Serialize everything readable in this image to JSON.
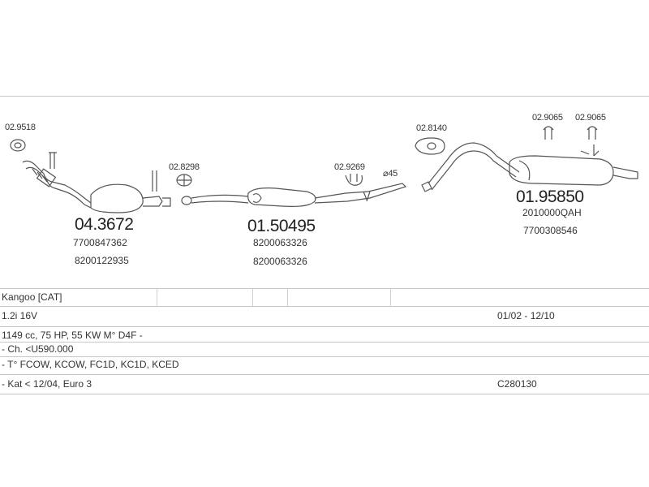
{
  "diagram": {
    "parts": [
      {
        "ref": "02.9518"
      },
      {
        "ref": "04.3672",
        "oem": [
          "7700847362",
          "8200122935"
        ]
      },
      {
        "ref": "02.8298"
      },
      {
        "ref": "01.50495",
        "oem": [
          "8200063326",
          "8200063326"
        ]
      },
      {
        "ref": "02.9269"
      },
      {
        "ref": "⌀45"
      },
      {
        "ref": "02.8140"
      },
      {
        "ref": "02.9065"
      },
      {
        "ref": "02.9065"
      },
      {
        "ref": "01.95850",
        "oem": [
          "2010000QAH",
          "7700308546"
        ]
      }
    ]
  },
  "vehicle": {
    "rows": [
      {
        "left": "Kangoo  [CAT]",
        "right": ""
      },
      {
        "left": "1.2i 16V",
        "right": "01/02 - 12/10"
      },
      {
        "left": "1149 cc, 75 HP, 55 KW M° D4F -",
        "right": ""
      },
      {
        "left": "- Ch. <U590.000",
        "right": ""
      },
      {
        "left": "- T° FCOW, KCOW, FC1D, KC1D, KCED",
        "right": ""
      },
      {
        "left": "- Kat < 12/04, Euro 3",
        "right": "C280130"
      }
    ]
  }
}
